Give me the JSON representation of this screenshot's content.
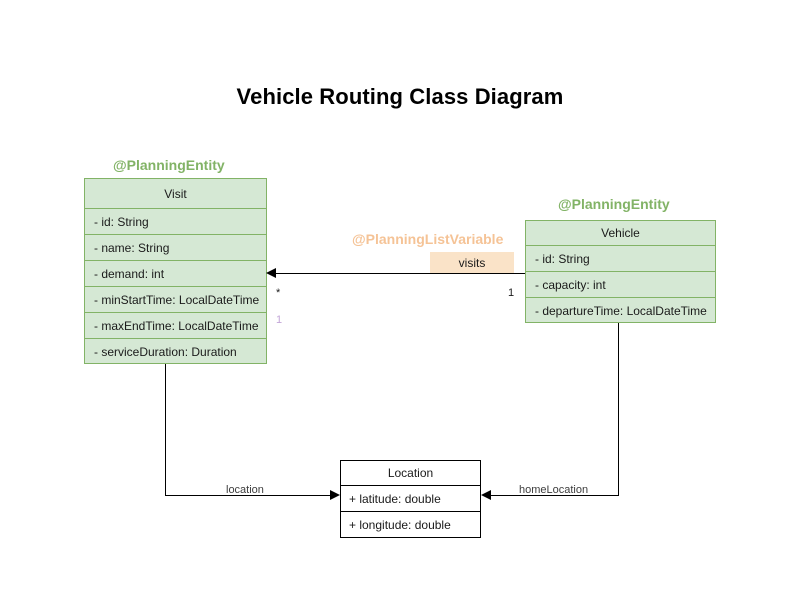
{
  "diagram": {
    "title": "Vehicle Routing Class Diagram",
    "type": "uml-class-diagram",
    "background_color": "#ffffff",
    "palette": {
      "entity_fill": "#d5e8d4",
      "entity_border": "#82b366",
      "annotation_green": "#82b366",
      "annotation_peach": "#f5c396",
      "association_chip_fill": "#fae3c8",
      "plain_fill": "#ffffff",
      "plain_border": "#000000",
      "multiplicity_violet": "#c3a6d8",
      "text": "#1a1a1a"
    }
  },
  "classes": {
    "visit": {
      "annotation": "@PlanningEntity",
      "name": "Visit",
      "attributes": [
        "- id: String",
        "- name: String",
        "- demand: int",
        "- minStartTime: LocalDateTime",
        "- maxEndTime: LocalDateTime",
        "- serviceDuration: Duration"
      ]
    },
    "vehicle": {
      "annotation": "@PlanningEntity",
      "name": "Vehicle",
      "attributes": [
        "- id: String",
        "- capacity: int",
        "- departureTime: LocalDateTime"
      ]
    },
    "location": {
      "annotation": "",
      "name": "Location",
      "attributes": [
        "+ latitude: double",
        "+ longitude: double"
      ]
    }
  },
  "relationships": {
    "visits": {
      "annotation": "@PlanningListVariable",
      "label": "visits",
      "source": "Vehicle",
      "target": "Visit",
      "source_multiplicity": "1",
      "target_multiplicity": "*",
      "extra_multiplicity": "1"
    },
    "visit_location": {
      "label": "location",
      "source": "Visit",
      "target": "Location"
    },
    "vehicle_home_location": {
      "label": "homeLocation",
      "source": "Vehicle",
      "target": "Location"
    }
  }
}
